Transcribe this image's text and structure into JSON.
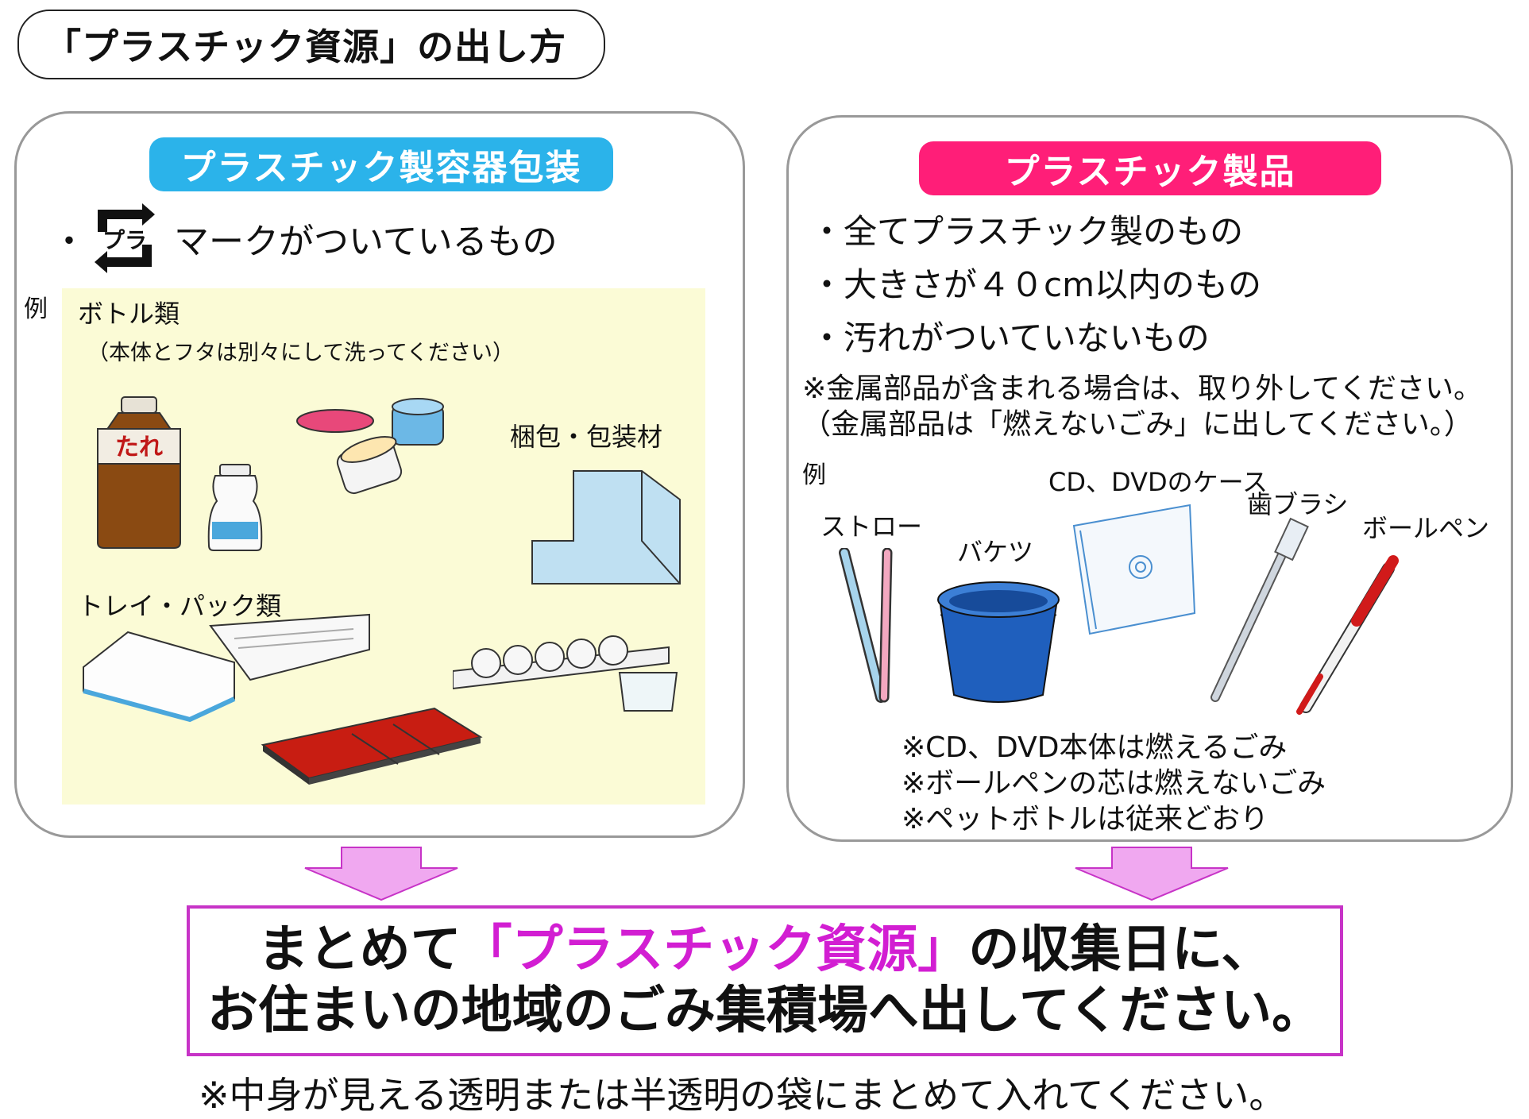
{
  "title": "「プラスチック資源」の出し方",
  "left": {
    "header": "プラスチック製容器包装",
    "mark_bullet": "・",
    "mark_icon_text": "プラ",
    "mark_text": "マークがついているもの",
    "example_label": "例",
    "bottles_label": "ボトル類",
    "bottles_note": "（本体とフタは別々にして洗ってください）",
    "bottle_label_text": "たれ",
    "packing_label": "梱包・包装材",
    "tray_label": "トレイ・パック類"
  },
  "right": {
    "header": "プラスチック製品",
    "bullets": [
      "・全てプラスチック製のもの",
      "・大きさが４０cm以内のもの",
      "・汚れがついていないもの"
    ],
    "note_1": "※金属部品が含まれる場合は、取り外してください。",
    "note_2": "（金属部品は「燃えないごみ」に出してください。）",
    "example_label": "例",
    "items": {
      "straw": "ストロー",
      "bucket": "バケツ",
      "cd_case": "CD、DVDのケース",
      "toothbrush": "歯ブラシ",
      "pen": "ボールペン"
    },
    "sub_notes": [
      "※CD、DVD本体は燃えるごみ",
      "※ボールペンの芯は燃えないごみ",
      "※ペットボトルは従来どおり"
    ]
  },
  "final": {
    "line1_before": "まとめて",
    "line1_accent": "「プラスチック資源」",
    "line1_after": "の収集日に、",
    "line2": "お住まいの地域のごみ集積場へ出してください。"
  },
  "footer": "※中身が見える透明または半透明の袋にまとめて入れてください。",
  "colors": {
    "left_header": "#2bb3ea",
    "right_header": "#ff1e78",
    "accent": "#d21ed2",
    "arrow": "#f0a8f0"
  }
}
